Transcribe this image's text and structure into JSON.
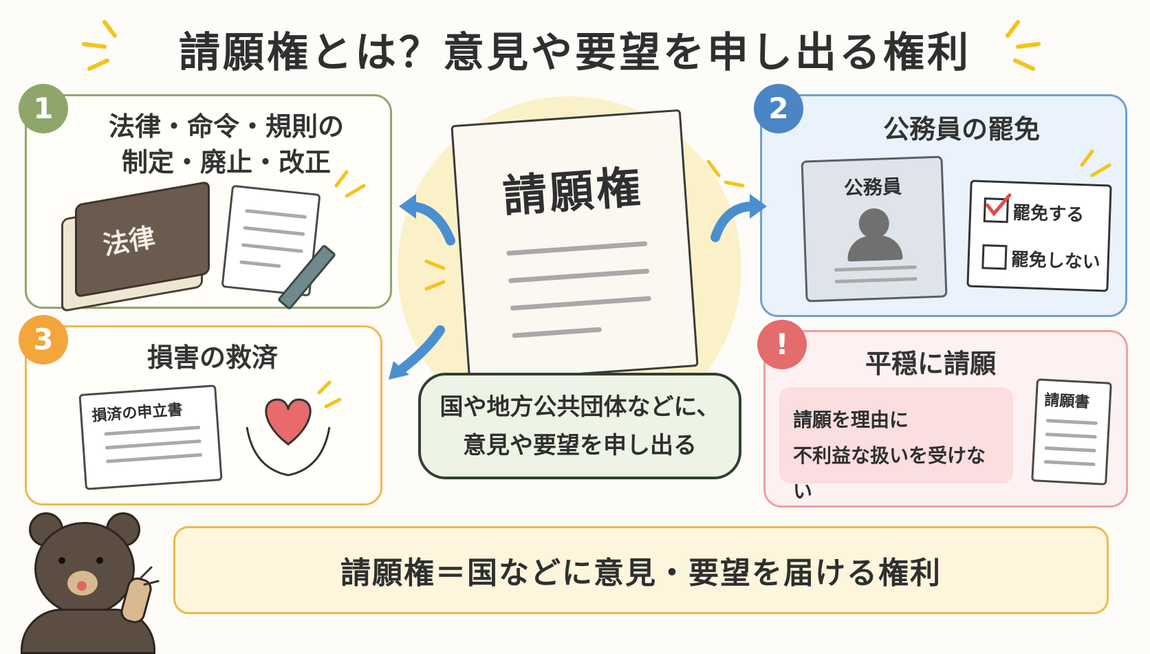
{
  "title": "請願権とは？意見や要望を申し出る権利",
  "center": {
    "doc_title": "請願権",
    "bubble": {
      "line1": "国や地方公共団体などに、",
      "line2": "意見や要望を申し出る"
    }
  },
  "panels": {
    "p1": {
      "number": "1",
      "title_line1": "法律・命令・規則の",
      "title_line2": "制定・廃止・改正",
      "book_label": "法律"
    },
    "p2": {
      "number": "2",
      "title": "公務員の罷免",
      "card_label": "公務員",
      "option_yes": "罷免する",
      "option_no": "罷免しない"
    },
    "p3": {
      "number": "3",
      "title": "損害の救済",
      "doc_label": "損済の申立書"
    },
    "p4": {
      "number": "!",
      "title": "平穏に請願",
      "note_line1": "請願を理由に",
      "note_line2": "不利益な扱いを受けない",
      "doc_label": "請願書"
    }
  },
  "summary": "請願権＝国などに意見・要望を届ける権利",
  "colors": {
    "green": "#8fa66b",
    "blue": "#4a86c5",
    "orange": "#f4a53b",
    "red": "#e46c6c",
    "accent_yellow": "#f5c21b",
    "arrow_blue": "#4a8fd0",
    "checkmark": "#e24a4a"
  },
  "icons": [
    "sparkle-icon",
    "arrow-icon",
    "book-icon",
    "pencil-icon",
    "person-icon",
    "checkbox-icon",
    "heart-icon",
    "hands-icon",
    "bear-mascot-icon"
  ]
}
